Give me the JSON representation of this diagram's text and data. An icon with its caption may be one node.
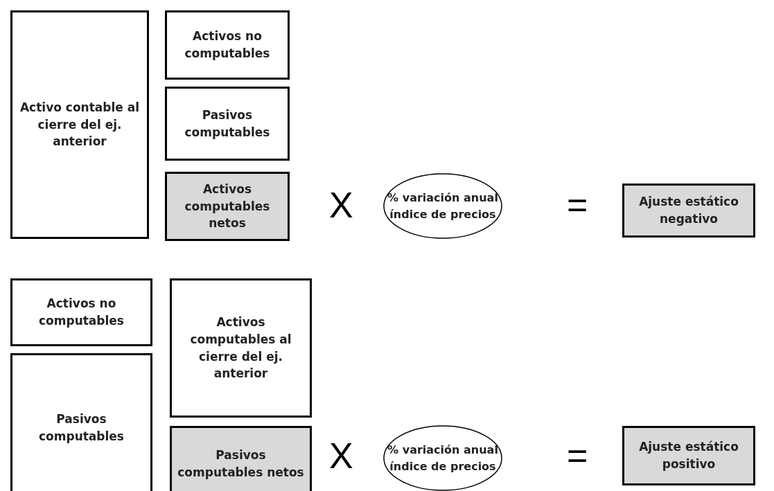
{
  "diagram": {
    "nodes": [
      {
        "text": [
          "Activo contable al cierre del ej. anterior"
        ]
      },
      {
        "text": [
          "Activos no computables"
        ]
      },
      {
        "text": [
          "Pasivos computables"
        ]
      },
      {
        "text": [
          "Activos computables netos"
        ]
      },
      {
        "text": [
          "% variación anual índice de precios"
        ]
      },
      {
        "text": [
          "Ajuste estático negativo"
        ]
      },
      {
        "text": [
          "Activos no computables"
        ]
      },
      {
        "text": [
          "Pasivos computables"
        ]
      },
      {
        "text": [
          "Activos computables al cierre del ej. anterior"
        ]
      },
      {
        "text": [
          "Pasivos computables netos"
        ]
      },
      {
        "text": [
          "% variación anual índice de precios"
        ]
      },
      {
        "text": [
          "Ajuste estático positivo"
        ]
      }
    ],
    "edges": [],
    "labels": [
      "X",
      "=",
      "X",
      "="
    ]
  }
}
